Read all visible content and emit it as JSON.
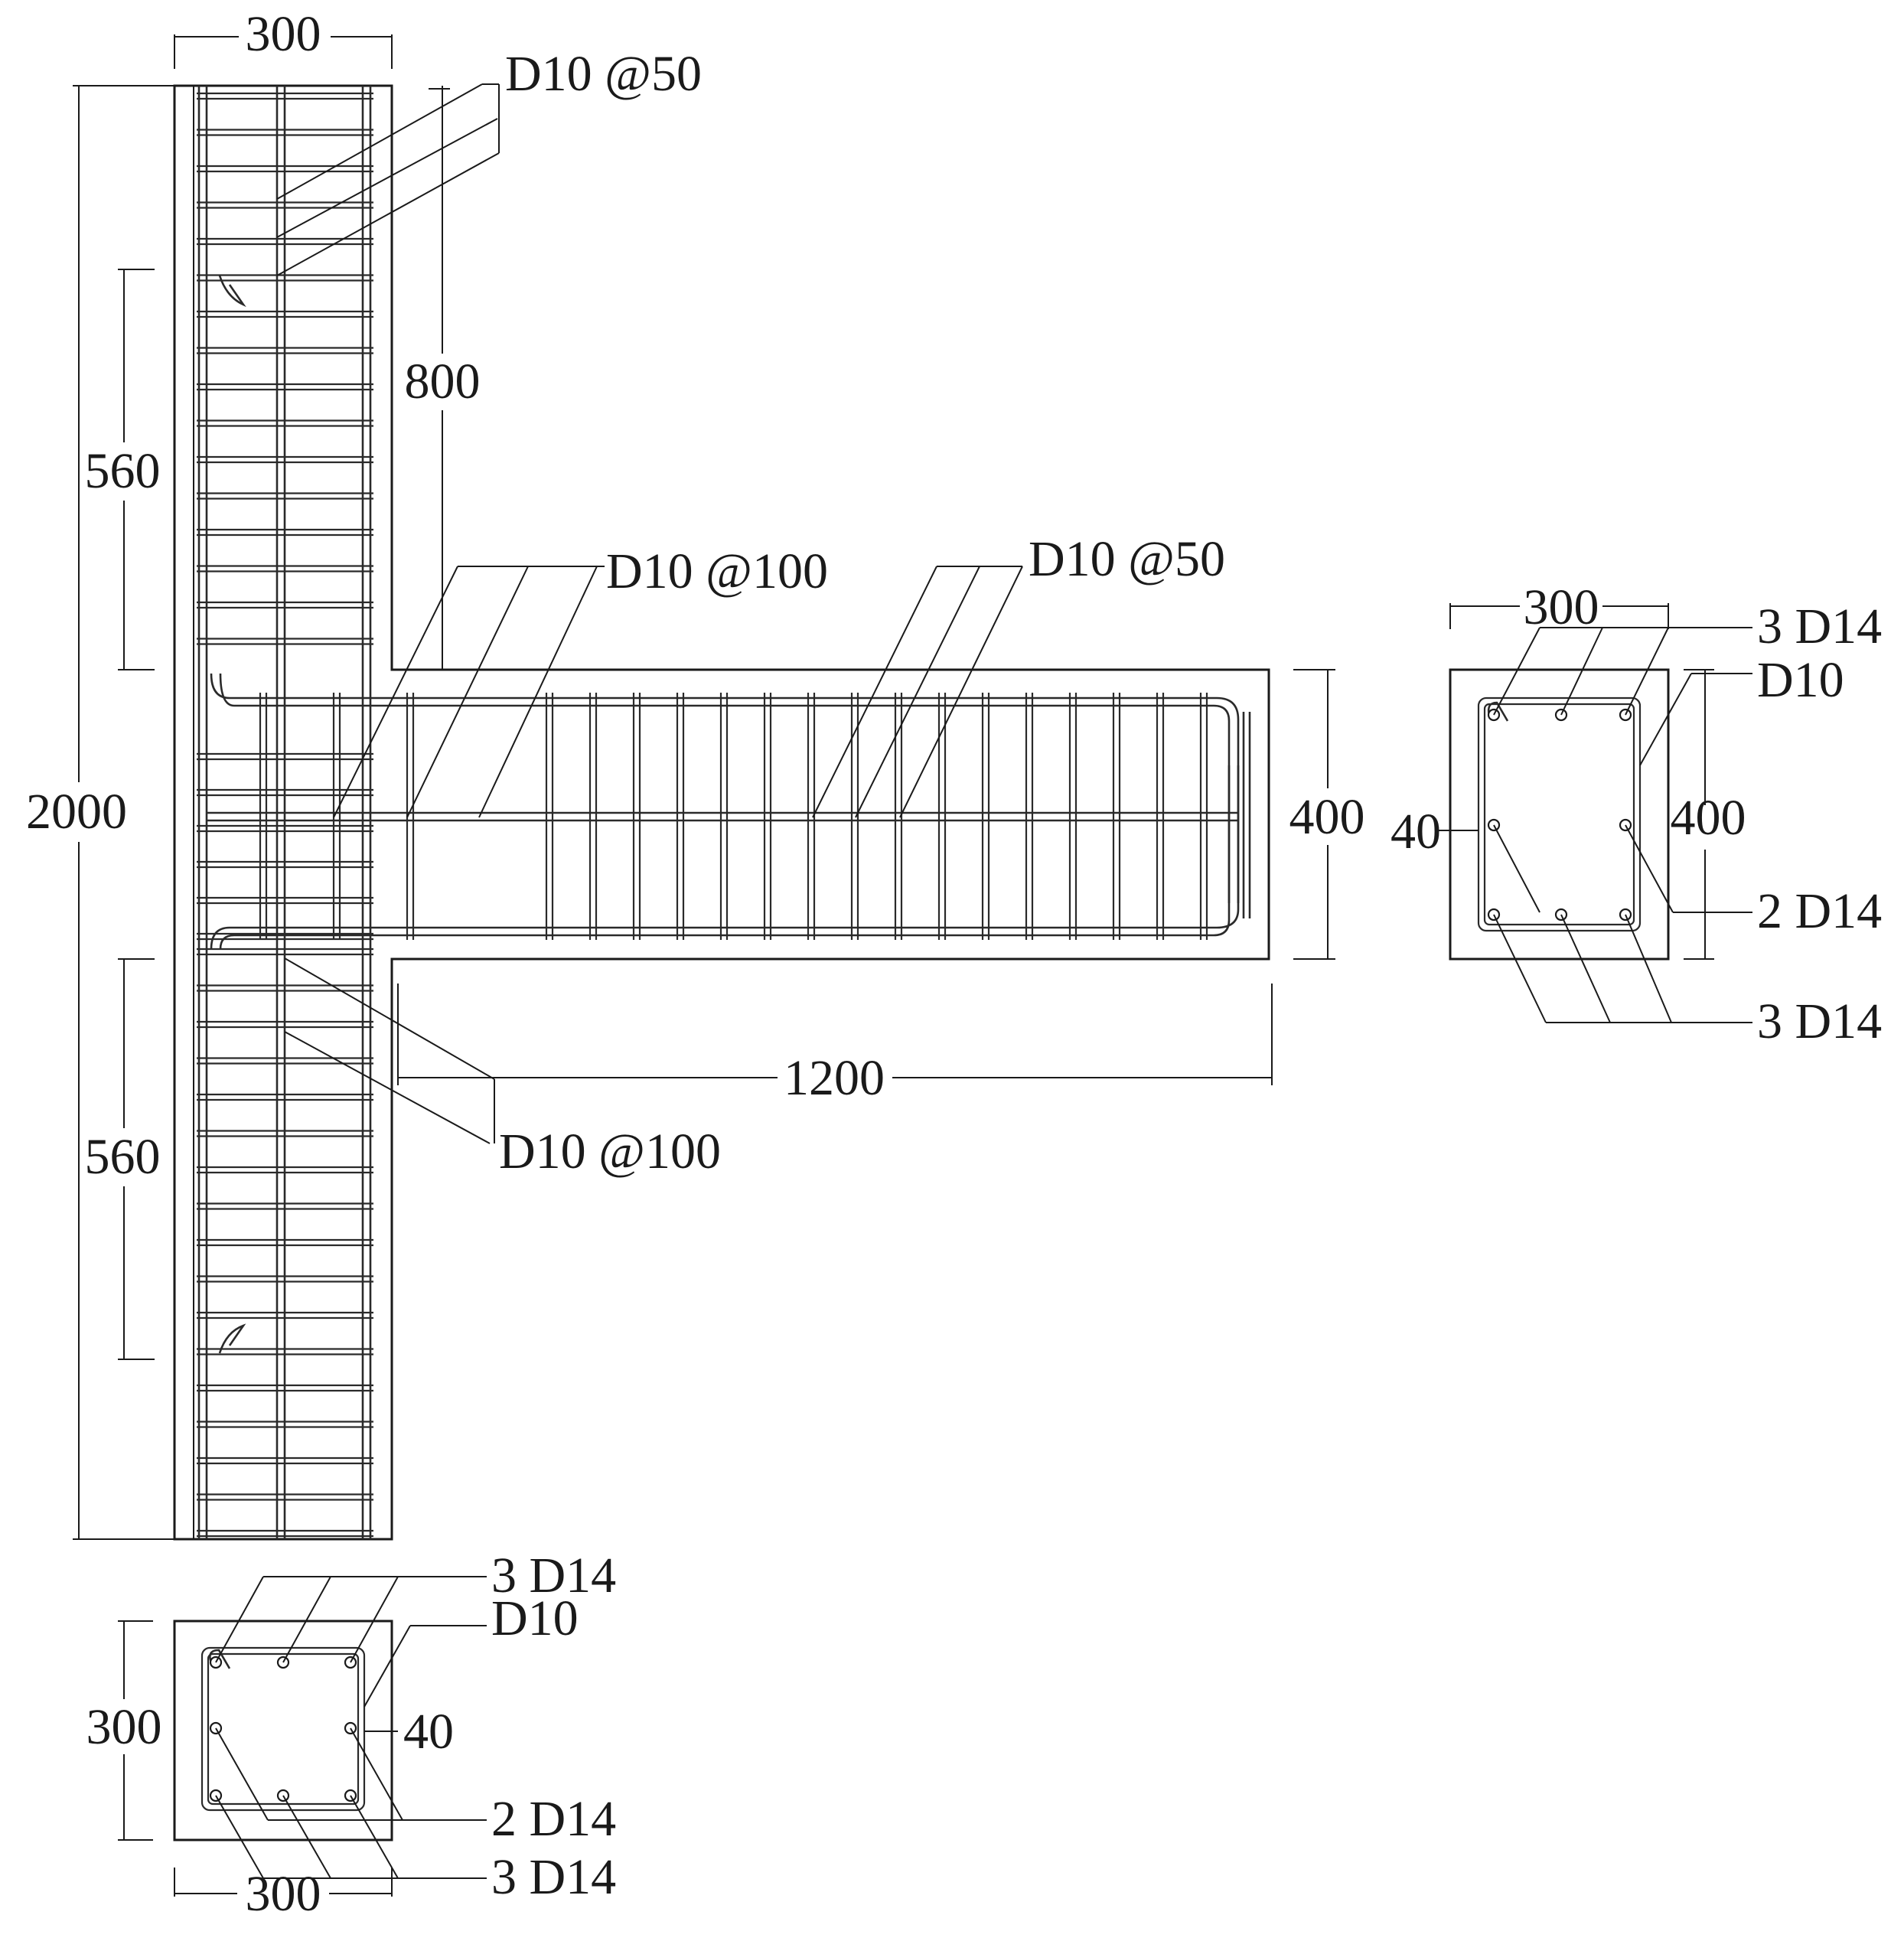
{
  "labels": {
    "col_width_top": "300",
    "col_height": "2000",
    "zone_top": "560",
    "zone_bottom": "560",
    "stub_offset": "800",
    "col_tie_dense": "D10 @50",
    "beam_tie_left": "D10 @100",
    "beam_tie_dense": "D10 @50",
    "col_tie_mid": "D10 @100",
    "beam_depth": "400",
    "beam_length": "1200",
    "beam_sec_width": "300",
    "beam_sec_depth": "400",
    "beam_sec_cover": "40",
    "beam_sec_top_bars": "3 D14",
    "beam_sec_stirrup": "D10",
    "beam_sec_mid_bars": "2 D14",
    "beam_sec_bot_bars": "3 D14",
    "col_sec_top_bars": "3 D14",
    "col_sec_tie": "D10",
    "col_sec_height": "300",
    "col_sec_cover": "40",
    "col_sec_mid_bars": "2 D14",
    "col_sec_bot_bars": "3 D14",
    "col_sec_width": "300"
  }
}
